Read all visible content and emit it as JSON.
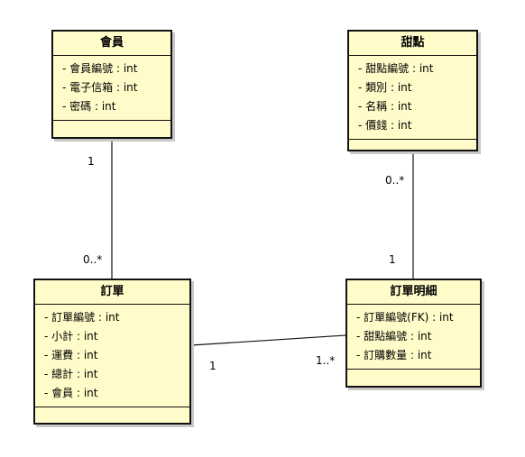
{
  "classes": {
    "member": {
      "title": "會員",
      "attrs": [
        "- 會員編號 : int",
        "- 電子信箱 : int",
        "- 密碼 : int"
      ]
    },
    "dessert": {
      "title": "甜點",
      "attrs": [
        "- 甜點編號 : int",
        "- 類別 : int",
        "- 名稱 : int",
        "- 價錢 : int"
      ]
    },
    "order": {
      "title": "訂單",
      "attrs": [
        "- 訂單編號 : int",
        "- 小計 : int",
        "- 運費 : int",
        "- 總計 : int",
        "- 會員 : int"
      ]
    },
    "order_detail": {
      "title": "訂單明細",
      "attrs": [
        "- 訂單編號(FK) : int",
        "- 甜點編號 : int",
        "- 訂購數量 : int"
      ]
    }
  },
  "multiplicities": {
    "member_order_member_end": "1",
    "member_order_order_end": "0..*",
    "dessert_detail_dessert_end": "0..*",
    "dessert_detail_detail_end": "1",
    "order_detail_order_end": "1",
    "order_detail_detail_end": "1..*"
  },
  "colors": {
    "class_fill": "#fffcc9",
    "line": "#111111"
  }
}
